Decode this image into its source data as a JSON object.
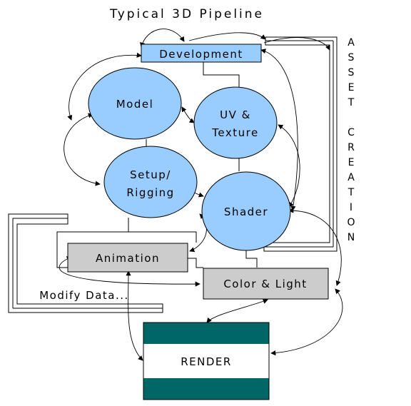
{
  "title": "Typical 3D Pipeline",
  "nodes": {
    "development": "Development",
    "model": "Model",
    "uv_texture_line1": "UV &",
    "uv_texture_line2": "Texture",
    "setup_line1": "Setup/",
    "setup_line2": "Rigging",
    "shader": "Shader",
    "animation": "Animation",
    "color_light": "Color & Light",
    "render": "RENDER"
  },
  "side_labels": {
    "asset_creation": [
      "A",
      "S",
      "S",
      "E",
      "T",
      "",
      "C",
      "R",
      "E",
      "A",
      "T",
      "I",
      "O",
      "N"
    ],
    "modify_data": "Modify Data..."
  },
  "colors": {
    "circle_fill": "#99ccff",
    "development_fill": "#99ccff",
    "gray_box_fill": "#cccccc",
    "render_band": "#006666"
  }
}
